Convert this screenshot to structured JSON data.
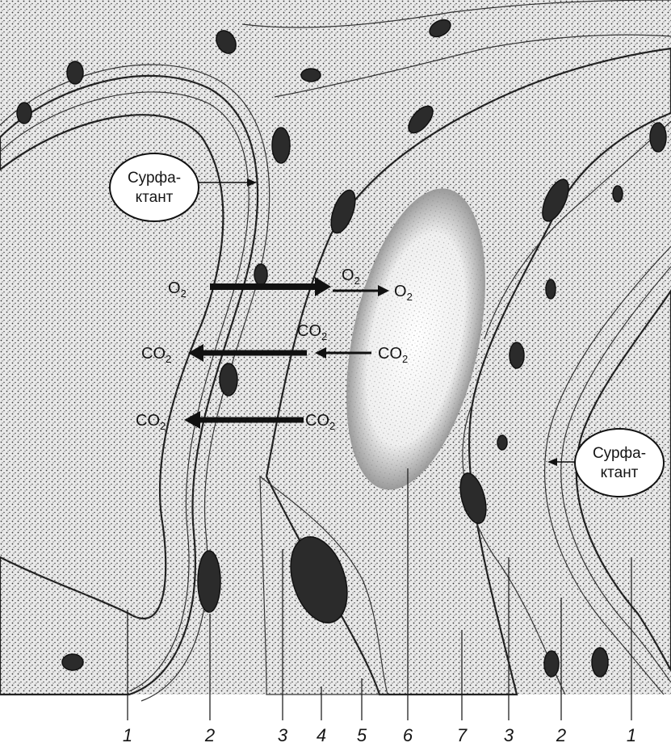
{
  "gases": [
    {
      "base": "O",
      "sub": "2"
    },
    {
      "base": "O",
      "sub": "2"
    },
    {
      "base": "O",
      "sub": "2"
    },
    {
      "base": "CO",
      "sub": "2"
    },
    {
      "base": "CO",
      "sub": "2"
    },
    {
      "base": "CO",
      "sub": "2"
    },
    {
      "base": "CO",
      "sub": "2"
    },
    {
      "base": "CO",
      "sub": "2"
    }
  ],
  "surfactant_left": {
    "line1": "Сурфа-",
    "line2": "ктант"
  },
  "surfactant_right": {
    "line1": "Сурфа-",
    "line2": "ктант"
  },
  "numbers": [
    "1",
    "2",
    "3",
    "4",
    "5",
    "6",
    "7",
    "3",
    "2",
    "1"
  ],
  "colors": {
    "ink": "#151515",
    "paper": "#ffffff",
    "stipple": "#555555"
  }
}
